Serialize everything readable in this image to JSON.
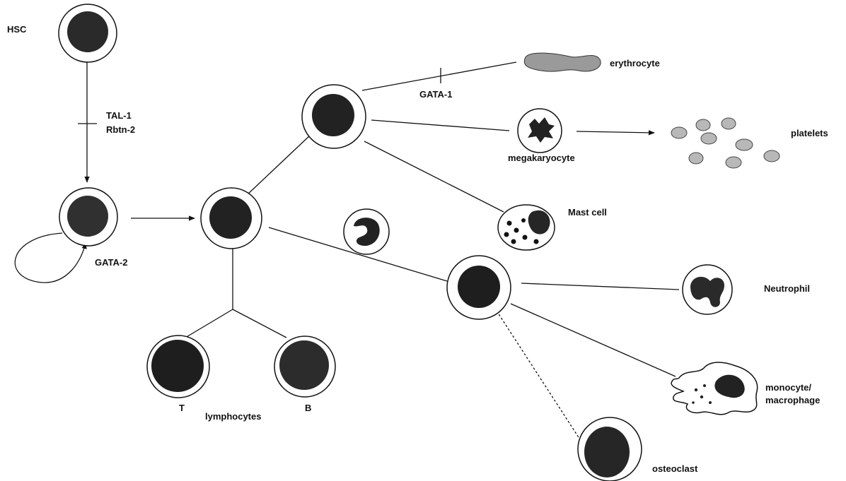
{
  "colors": {
    "ink": "#111111",
    "nucleus": "#262626",
    "nucleus_light": "#3a3a3a",
    "cell_fill": "#ffffff",
    "platelet": "#b8b8b8",
    "erythrocyte": "#9a9a9a"
  },
  "labels": {
    "hsc": "HSC",
    "tal1": "TAL-1",
    "rbtn2": "Rbtn-2",
    "gata2": "GATA-2",
    "gata1": "GATA-1",
    "erythrocyte": "erythrocyte",
    "megakaryocyte": "megakaryocyte",
    "platelets": "platelets",
    "mast_cell": "Mast cell",
    "neutrophil": "Neutrophil",
    "monocyte_line1": "monocyte/",
    "monocyte_line2": "macrophage",
    "osteoclast": "osteoclast",
    "t": "T",
    "b": "B",
    "lymphocytes": "lymphocytes"
  }
}
